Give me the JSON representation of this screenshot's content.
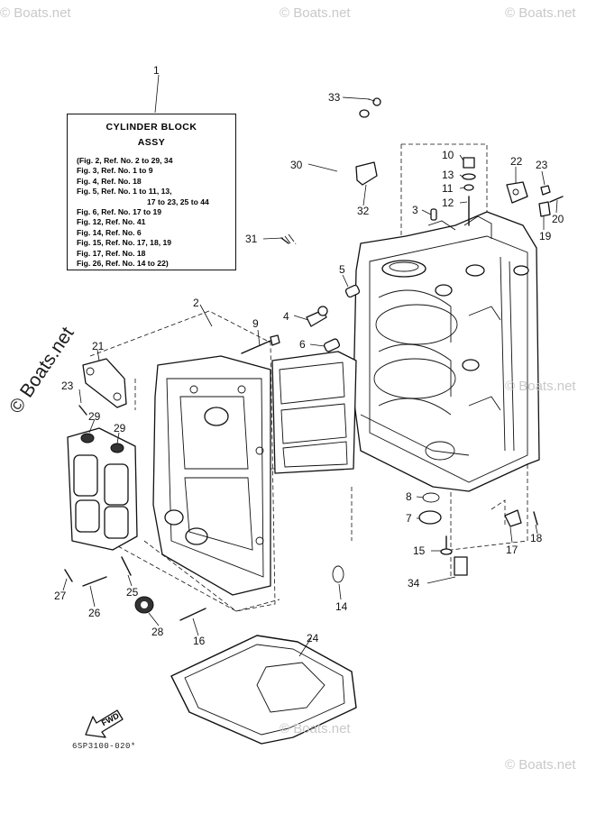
{
  "reference_box": {
    "title": "CYLINDER BLOCK",
    "subtitle": "ASSY",
    "lines": [
      {
        "text": "(Fig. 2, Ref. No. 2 to 29, 34",
        "indent": false
      },
      {
        "text": "Fig. 3, Ref. No. 1 to 9",
        "indent": false
      },
      {
        "text": "Fig. 4, Ref. No. 18",
        "indent": false
      },
      {
        "text": "Fig. 5, Ref. No. 1 to 11, 13,",
        "indent": false
      },
      {
        "text": "17 to 23, 25 to 44",
        "indent": true
      },
      {
        "text": "Fig. 6, Ref. No. 17 to 19",
        "indent": false
      },
      {
        "text": "Fig. 12, Ref. No. 41",
        "indent": false
      },
      {
        "text": "Fig. 14, Ref. No. 6",
        "indent": false
      },
      {
        "text": "Fig. 15, Ref. No. 17, 18, 19",
        "indent": false
      },
      {
        "text": "Fig. 17, Ref. No. 18",
        "indent": false
      },
      {
        "text": "Fig. 26, Ref. No. 14 to 22)",
        "indent": false
      }
    ]
  },
  "callouts": [
    "1",
    "2",
    "3",
    "4",
    "5",
    "6",
    "7",
    "8",
    "9",
    "10",
    "11",
    "12",
    "13",
    "14",
    "15",
    "16",
    "17",
    "18",
    "19",
    "20",
    "21",
    "22",
    "23",
    "23",
    "24",
    "25",
    "26",
    "27",
    "28",
    "29",
    "29",
    "30",
    "31",
    "32",
    "33",
    "34"
  ],
  "fwd_label": "FWD",
  "diagram_code": "6SP3100-020*",
  "watermark": {
    "main": "© Boats.net",
    "faint": [
      "© Boats.net",
      "© Boats.net",
      "© Boats.net",
      "© Boats.net",
      "© Boats.net",
      "© Boats.net"
    ]
  }
}
